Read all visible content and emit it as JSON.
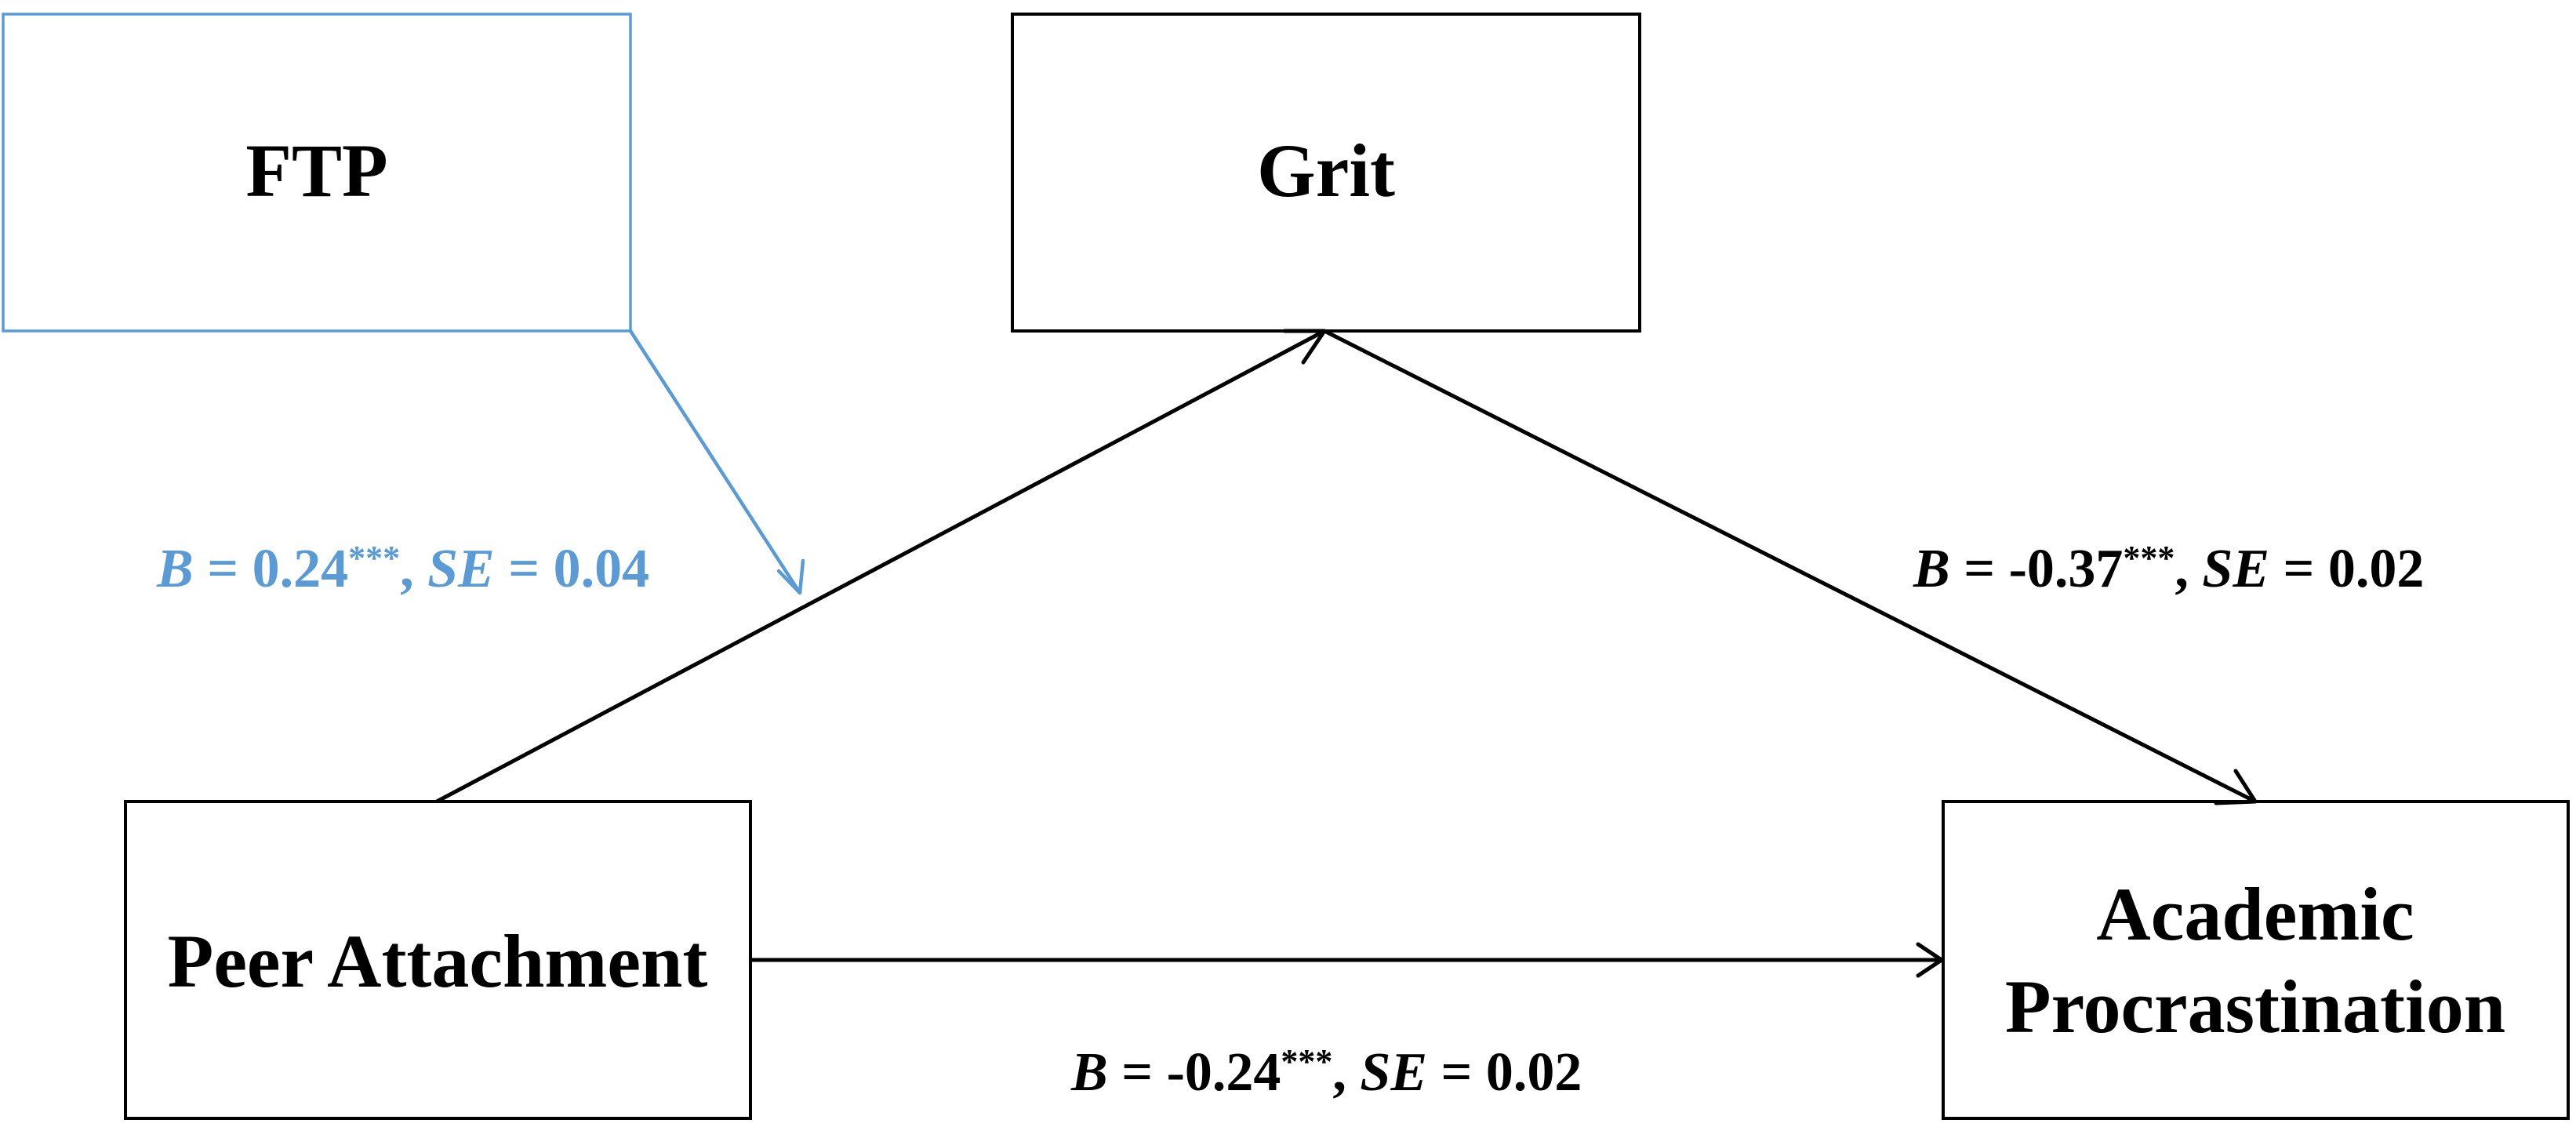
{
  "nodes": {
    "ftp": "FTP",
    "grit": "Grit",
    "peer_attachment": "Peer Attachment",
    "academic_procrastination_line1": "Academic",
    "academic_procrastination_line2": "Procrastination"
  },
  "paths": {
    "moderation": {
      "b_label": "B",
      "b_value": " = 0.24",
      "stars": "***",
      "sep": ", ",
      "se_label": "SE",
      "se_value": " = 0.04"
    },
    "grit_to_ap": {
      "b_label": "B",
      "b_value": " = -0.37",
      "stars": "***",
      "sep": ", ",
      "se_label": "SE",
      "se_value": " = 0.02"
    },
    "pa_to_ap": {
      "b_label": "B",
      "b_value": " = -0.24",
      "stars": "***",
      "sep": ", ",
      "se_label": "SE",
      "se_value": " = 0.02"
    }
  },
  "colors": {
    "moderator": "#5b9bd5",
    "default": "#000000"
  }
}
